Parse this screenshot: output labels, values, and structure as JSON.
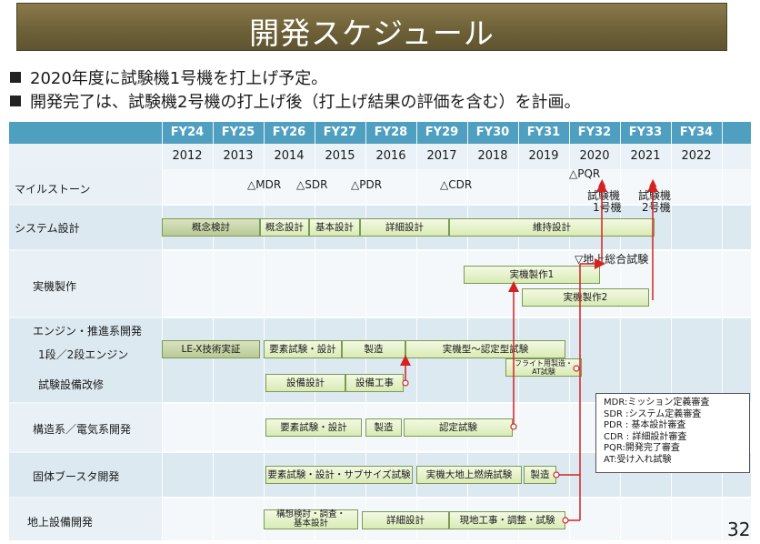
{
  "title": "開発スケジュール",
  "bullets": [
    "2020年度に試験機1号機を打上げ予定。",
    "開発完了は、試験機2号機の打上げ後（打上げ結果の評価を含む）を計画。"
  ],
  "fiscal_years": [
    "FY24",
    "FY25",
    "FY26",
    "FY27",
    "FY28",
    "FY29",
    "FY30",
    "FY31",
    "FY32",
    "FY33",
    "FY34"
  ],
  "calendar_years": [
    "2012",
    "2013",
    "2014",
    "2015",
    "2016",
    "2017",
    "2018",
    "2019",
    "2020",
    "2021",
    "2022"
  ],
  "rows": {
    "milestone": "マイルストーン",
    "system": "システム設計",
    "vehicle": "実機製作",
    "engine": "エンジン・推進系開発",
    "engine_sub": "1段／2段エンジン",
    "facility_mod": "試験設備改修",
    "structure": "構造系／電気系開発",
    "srb": "固体ブースタ開発",
    "ground": "地上設備開発"
  },
  "milestones": {
    "mdr": "△MDR",
    "sdr": "△SDR",
    "pdr": "△PDR",
    "cdr": "△CDR",
    "pqr": "△PQR",
    "tf1_line1": "試験機",
    "tf1_line2": "1号機",
    "tf2_line1": "試験機",
    "tf2_line2": "2号機",
    "ground_test": "▽地上総合試験"
  },
  "bars": {
    "sys_concept": "概念検討",
    "sys_outline": "概念設計",
    "sys_basic": "基本設計",
    "sys_detail": "詳細設計",
    "sys_maint": "維持設計",
    "veh_1": "実機製作1",
    "veh_2": "実機製作2",
    "eng_lex": "LE-X技術実証",
    "eng_elem": "要素試験・設計",
    "eng_mfg": "製造",
    "eng_qual": "実機型～認定型試験",
    "eng_flight_1": "フライト用製造・",
    "eng_flight_2": "AT試験",
    "fac_design": "設備設計",
    "fac_work": "設備工事",
    "str_elem": "要素試験・設計",
    "str_mfg": "製造",
    "str_cert": "認定試験",
    "srb_elem": "要素試験・設計・サブサイズ試験",
    "srb_fire": "実機大地上燃焼試験",
    "srb_mfg": "製造",
    "gnd_study_1": "構想検討・調査・",
    "gnd_study_2": "基本設計",
    "gnd_detail": "詳細設計",
    "gnd_work": "現地工事・調整・試験"
  },
  "legend": [
    "MDR:ミッション定義審査",
    "SDR  :システム定義審査",
    "PDR  : 基本設計審査",
    "CDR  : 詳細設計審査",
    "PQR:開発完了審査",
    "AT:受け入れ試験"
  ],
  "page_number": "32",
  "colors": {
    "title_band": "#6f6238",
    "header": "#4f9fc0",
    "bar_fill": "#d9ebb5",
    "arrow": "#d22222"
  }
}
